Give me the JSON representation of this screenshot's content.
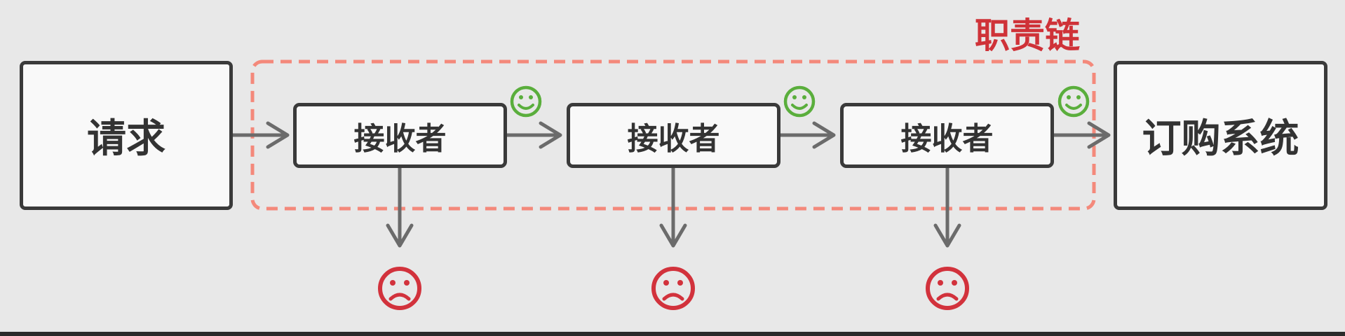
{
  "diagram": {
    "title": "职责链",
    "request_label": "请求",
    "receivers": [
      {
        "label": "接收者"
      },
      {
        "label": "接收者"
      },
      {
        "label": "接收者"
      }
    ],
    "system_label": "订购系统",
    "icons": {
      "success": "smiley-face-icon",
      "failure": "sad-face-icon"
    },
    "colors": {
      "chain_border": "#f4897b",
      "title": "#cf3238",
      "arrow": "#6b6b6b",
      "box_border": "#3a3a3a",
      "success": "#5aae3c",
      "failure": "#d2323c",
      "background": "#e8e8e8"
    }
  }
}
